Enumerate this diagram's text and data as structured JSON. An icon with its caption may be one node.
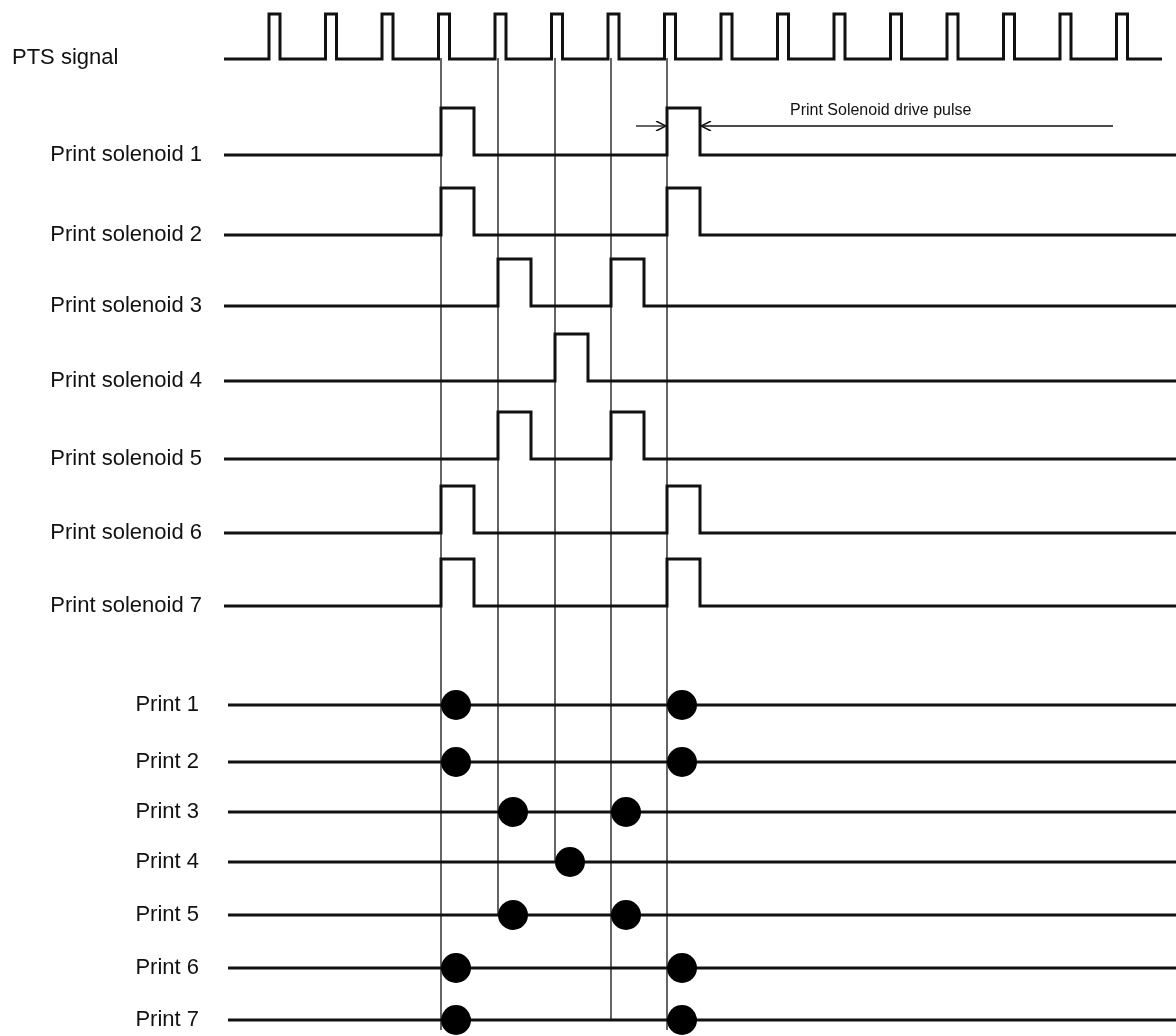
{
  "diagram": {
    "labels": [
      "PTS signal",
      "Print Solenoid drive pulse",
      "Print solenoid 1",
      "Print solenoid 2",
      "Print solenoid 3",
      "Print solenoid 4",
      "Print solenoid 5",
      "Print solenoid 6",
      "Print solenoid 7",
      "Print 1",
      "Print 2",
      "Print 3",
      "Print 4",
      "Print 5",
      "Print 6",
      "Print 7"
    ]
  }
}
